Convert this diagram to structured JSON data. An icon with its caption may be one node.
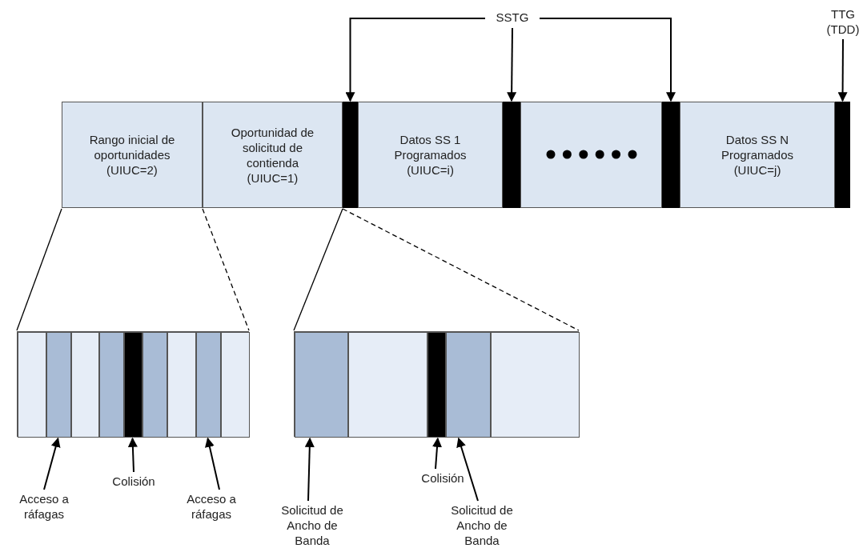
{
  "diagram": {
    "nodes": [
      {
        "text": [
          "Rango inicial de oportunidades",
          "(UIUC=2)"
        ]
      },
      {
        "text": [
          "Oportunidad de solicitud de contienda",
          "(UIUC=1)"
        ]
      },
      {
        "text": [],
        "shape": "bar"
      },
      {
        "text": [
          "Datos SS 1 Programados",
          "(UIUC=i)"
        ]
      },
      {
        "text": [],
        "shape": "bar"
      },
      {
        "text": [],
        "shape": "box"
      },
      {
        "text": [],
        "shape": "bar"
      },
      {
        "text": [
          "Datos SS N Programados",
          "(UIUC=j)"
        ]
      },
      {
        "text": [],
        "shape": "bar"
      },
      {
        "text": [
          "SSTG"
        ]
      },
      {
        "text": [
          "TTG (TDD)"
        ]
      },
      {
        "text": [],
        "shape": "box"
      },
      {
        "text": [],
        "shape": "bar",
        "in": 11
      },
      {
        "text": [],
        "shape": "bar",
        "in": 11
      },
      {
        "text": [],
        "shape": "bar",
        "in": 11
      },
      {
        "text": [],
        "shape": "bar",
        "in": 11
      },
      {
        "text": [],
        "shape": "bar",
        "in": 11
      },
      {
        "text": [],
        "shape": "bar",
        "in": 11
      },
      {
        "text": [],
        "shape": "bar",
        "in": 11
      },
      {
        "text": [],
        "shape": "bar",
        "in": 11
      },
      {
        "text": [],
        "shape": "bar",
        "in": 11
      },
      {
        "text": [],
        "shape": "box"
      },
      {
        "text": [],
        "shape": "bar",
        "in": 21
      },
      {
        "text": [],
        "shape": "bar",
        "in": 21
      },
      {
        "text": [],
        "shape": "bar",
        "in": 21
      },
      {
        "text": [],
        "shape": "bar",
        "in": 21
      },
      {
        "text": [],
        "shape": "bar",
        "in": 21
      },
      {
        "text": [
          "Acceso a ráfagas"
        ]
      },
      {
        "text": [
          "Colisión"
        ]
      },
      {
        "text": [
          "Acceso a ráfagas"
        ]
      },
      {
        "text": [
          "Solicitud de Ancho de Banda"
        ]
      },
      {
        "text": [
          "Colisión"
        ]
      },
      {
        "text": [
          "Solicitud de Ancho de Banda"
        ]
      }
    ],
    "edges": [
      {
        "from": 9,
        "to": 2,
        "arrow": "to"
      },
      {
        "from": 9,
        "to": 4,
        "arrow": "to"
      },
      {
        "from": 9,
        "to": 6,
        "arrow": "to"
      },
      {
        "from": 10,
        "to": 8,
        "arrow": "to"
      },
      {
        "from": 0,
        "to": 11,
        "arrow": "none"
      },
      {
        "from": 0,
        "to": 11,
        "arrow": "none",
        "style": "dashed"
      },
      {
        "from": 1,
        "to": 21,
        "arrow": "none"
      },
      {
        "from": 1,
        "to": 21,
        "arrow": "none",
        "style": "dashed"
      },
      {
        "from": 27,
        "to": 13,
        "arrow": "to"
      },
      {
        "from": 28,
        "to": 16,
        "arrow": "to"
      },
      {
        "from": 29,
        "to": 19,
        "arrow": "to"
      },
      {
        "from": 30,
        "to": 22,
        "arrow": "to"
      },
      {
        "from": 31,
        "to": 24,
        "arrow": "to"
      },
      {
        "from": 32,
        "to": 25,
        "arrow": "to"
      }
    ]
  }
}
